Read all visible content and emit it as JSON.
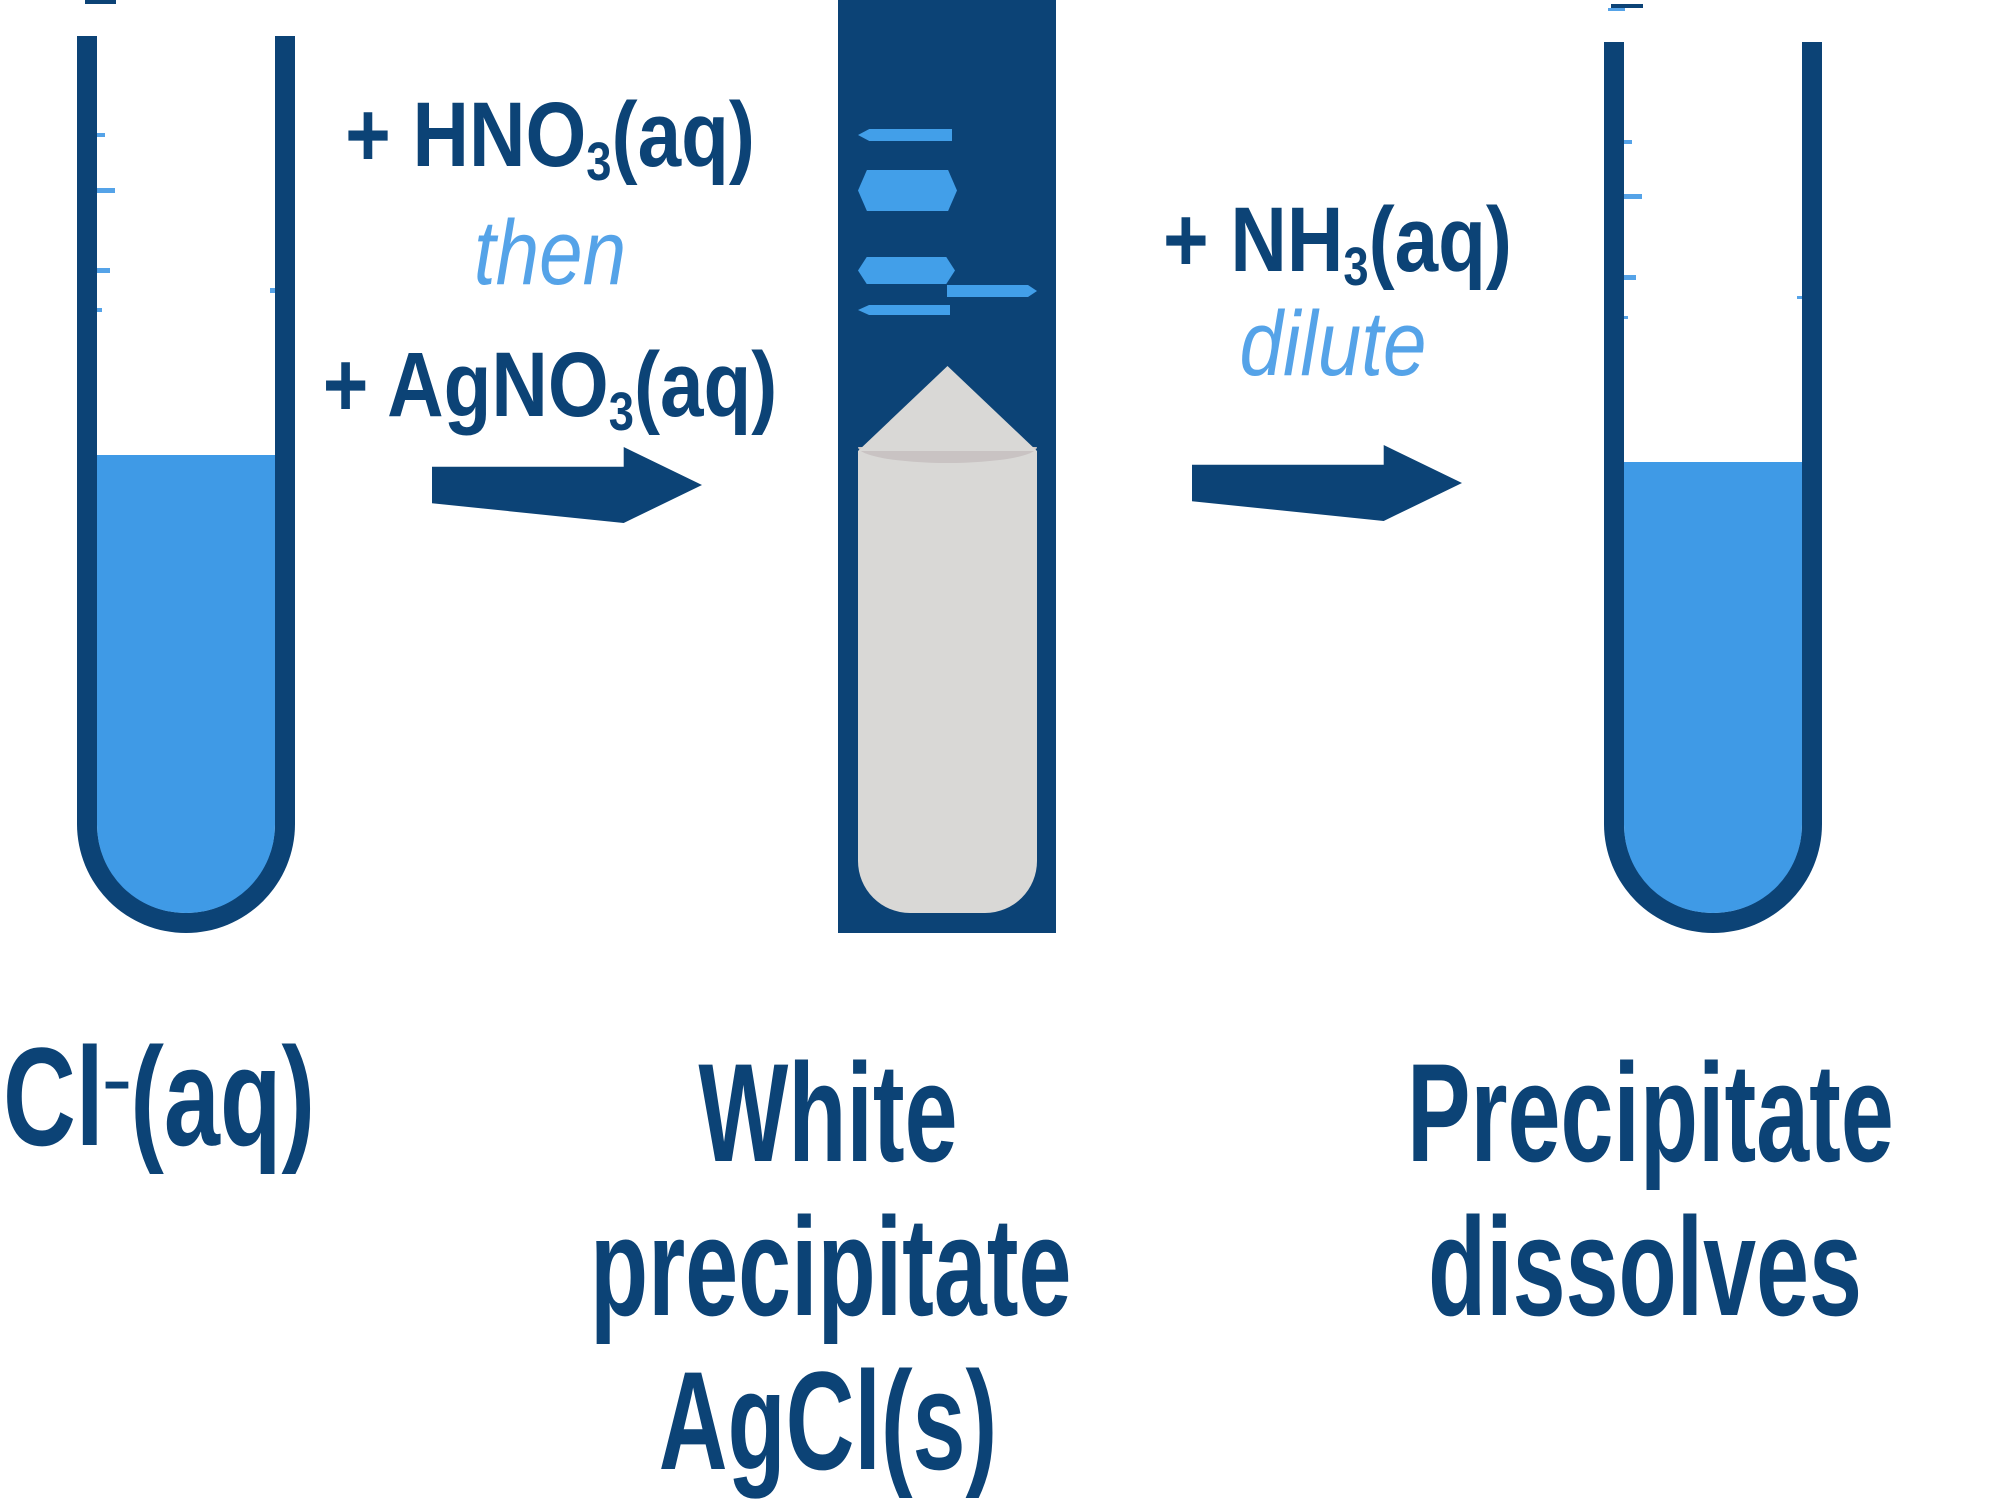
{
  "colors": {
    "navy": "#0c4376",
    "liquid-blue": "#3f9ae6",
    "accent-blue": "#55a3e8",
    "particle-blue": "#429fe9",
    "precipitate-gray": "#d9d8d6",
    "precipitate-shadow": "#c9c3c3"
  },
  "step1": {
    "line1": {
      "prefix": "+ HNO",
      "sub": "3",
      "suffix": "(aq)"
    },
    "modifier": "then",
    "line2": {
      "prefix": "+ AgNO",
      "sub": "3",
      "suffix": "(aq)"
    }
  },
  "step2": {
    "line1": {
      "prefix": "+ NH",
      "sub": "3",
      "suffix": "(aq)"
    },
    "modifier": "dilute"
  },
  "labels": {
    "left": {
      "base": "Cl",
      "charge": "−",
      "state": "(aq)"
    },
    "middle": {
      "line1": "White",
      "line2": "precipitate",
      "line3": "AgCl(s)"
    },
    "right": {
      "line1": "Precipitate",
      "line2": "dissolves"
    }
  }
}
